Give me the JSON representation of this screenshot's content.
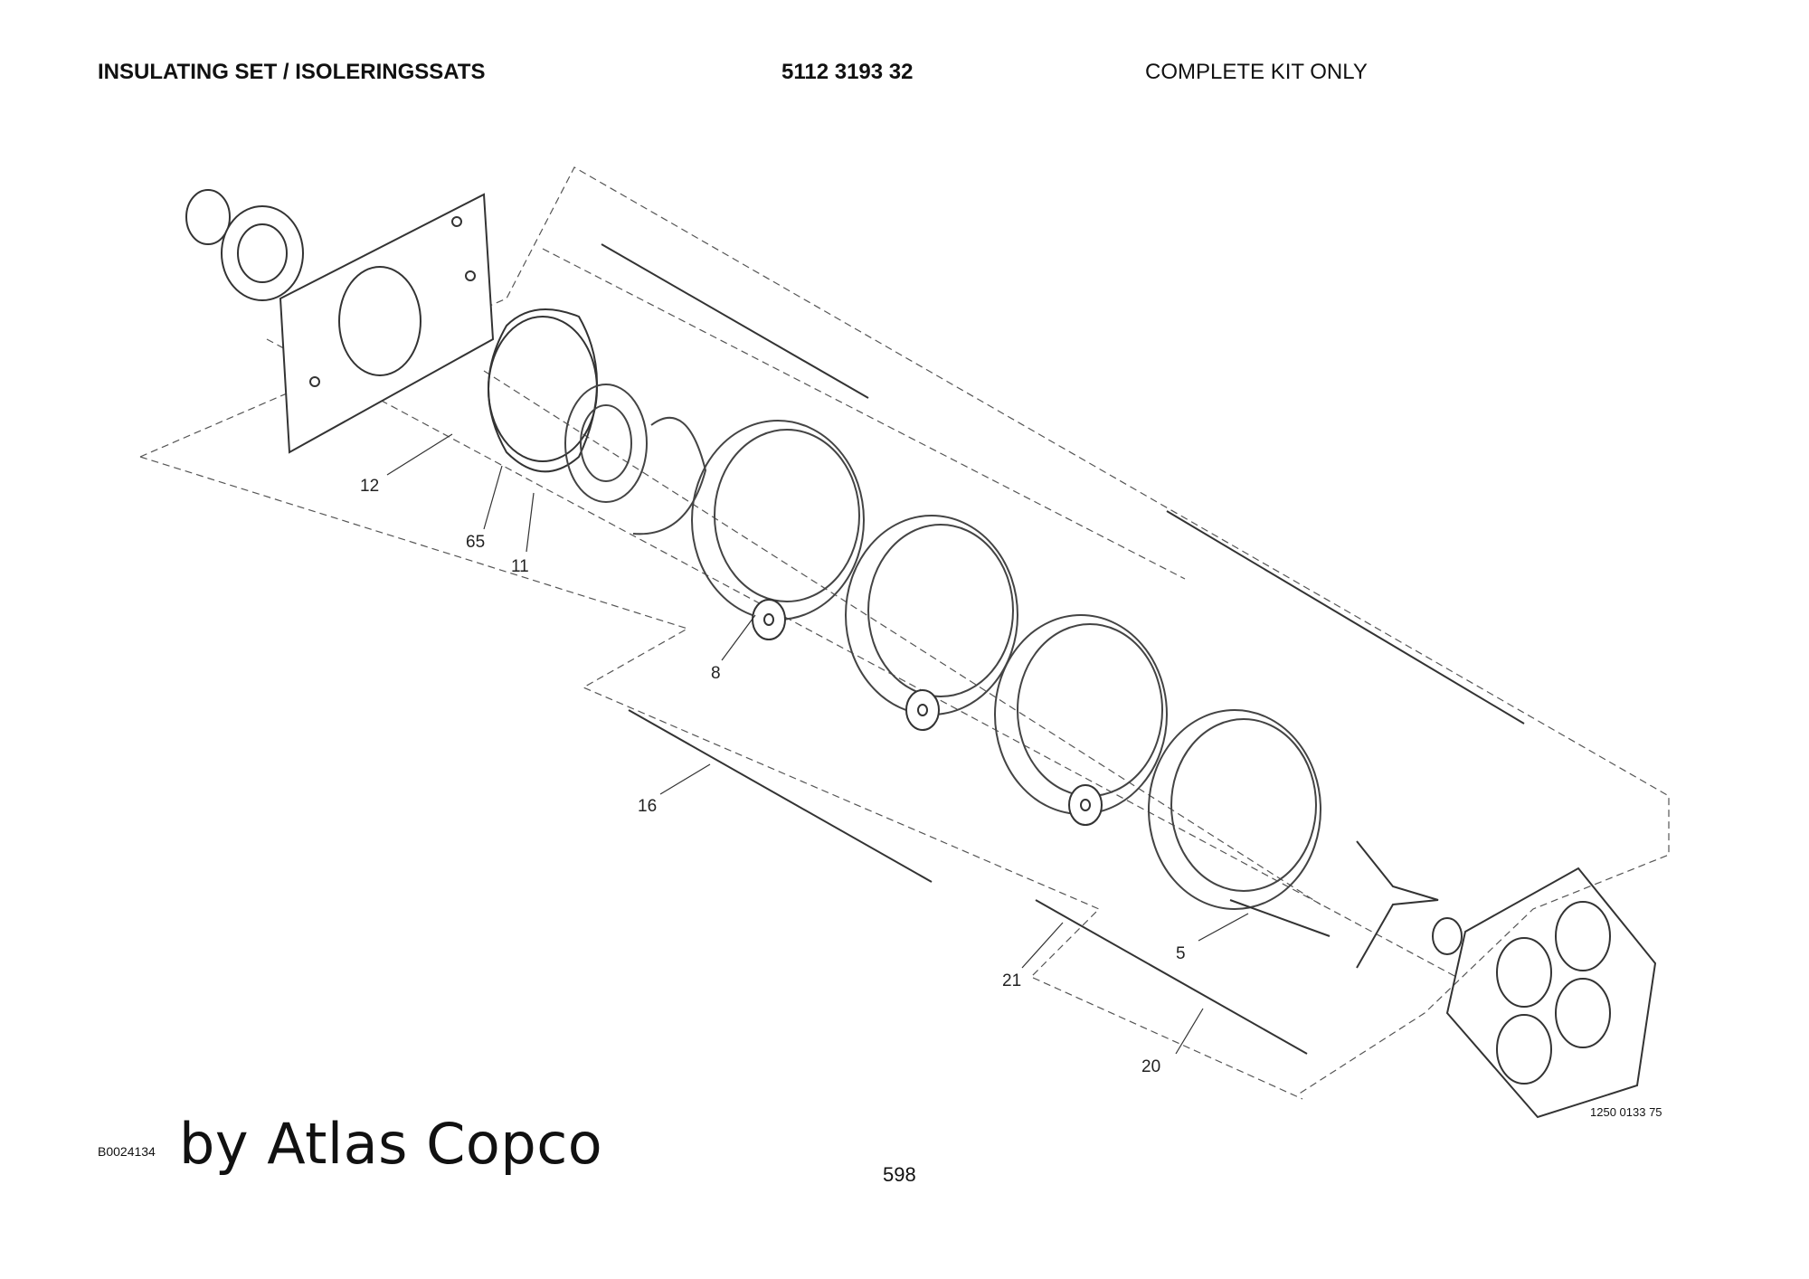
{
  "header": {
    "title": "INSULATING SET / ISOLERINGSSATS",
    "part_number": "5112 3193 32",
    "note": "COMPLETE KIT ONLY"
  },
  "callouts": [
    {
      "id": "12",
      "label": "12"
    },
    {
      "id": "65",
      "label": "65"
    },
    {
      "id": "11",
      "label": "11"
    },
    {
      "id": "8",
      "label": "8"
    },
    {
      "id": "16",
      "label": "16"
    },
    {
      "id": "5",
      "label": "5"
    },
    {
      "id": "21",
      "label": "21"
    },
    {
      "id": "20",
      "label": "20"
    }
  ],
  "drawing_number": "1250 0133 75",
  "footer": {
    "doc_code": "B0024134",
    "brand": "by Atlas Copco",
    "page_number": "598"
  },
  "colors": {
    "line": "#333333",
    "dash": "#555555",
    "ring": "#444444"
  }
}
